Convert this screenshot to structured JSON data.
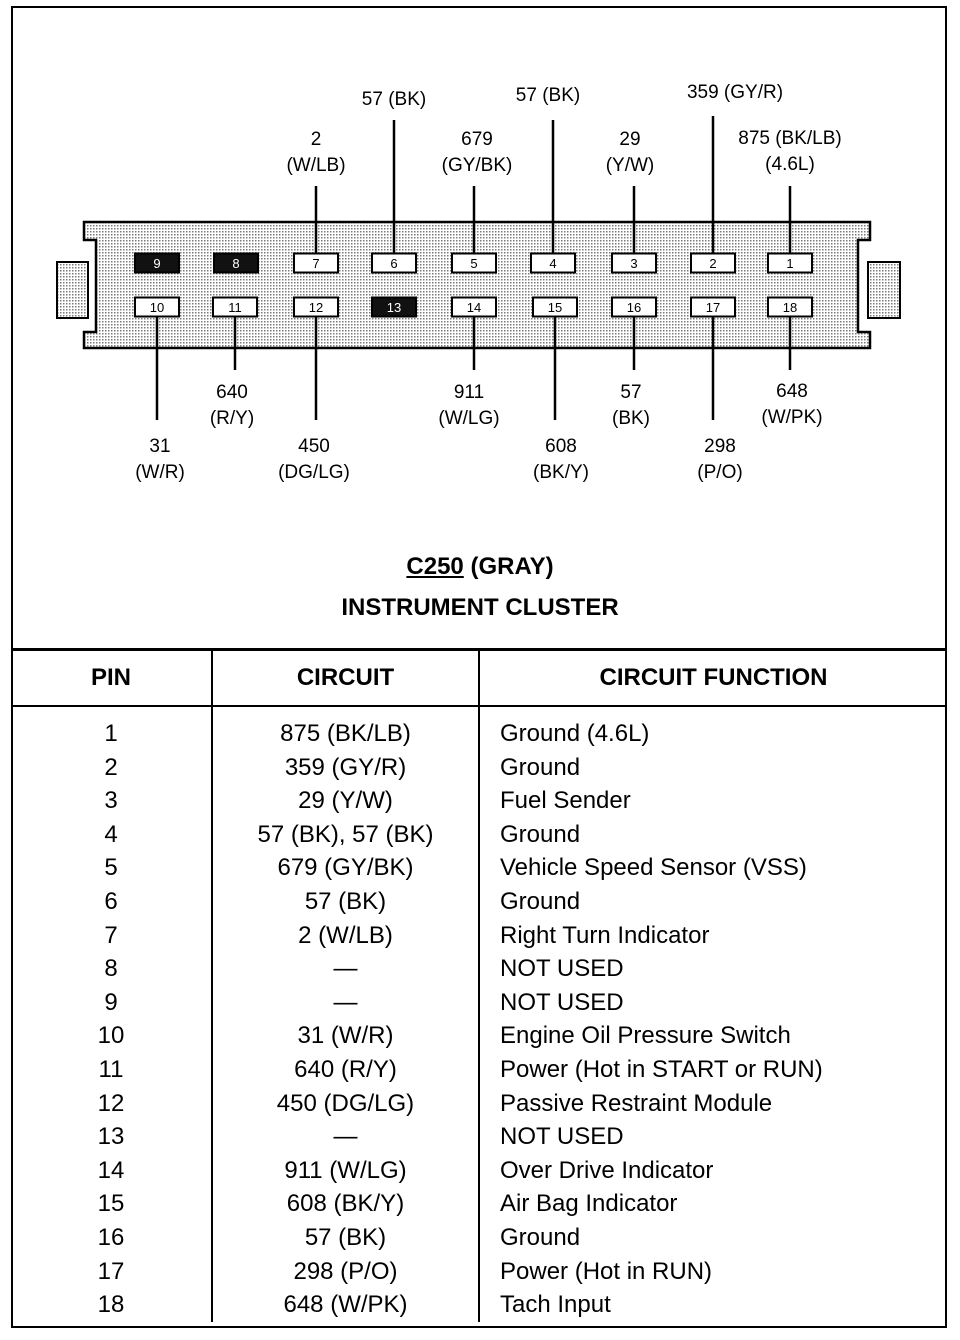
{
  "connector": {
    "title_id": "C250",
    "title_color": "(GRAY)",
    "subtitle": "INSTRUMENT CLUSTER",
    "top_pins": [
      {
        "pin": "9",
        "used": false,
        "label": []
      },
      {
        "pin": "8",
        "used": false,
        "label": []
      },
      {
        "pin": "7",
        "used": true,
        "label": [
          "2",
          "(W/LB)"
        ]
      },
      {
        "pin": "6",
        "used": true,
        "label": [
          "57 (BK)"
        ]
      },
      {
        "pin": "5",
        "used": true,
        "label": [
          "679",
          "(GY/BK)"
        ]
      },
      {
        "pin": "4",
        "used": true,
        "label": [
          "57 (BK)"
        ]
      },
      {
        "pin": "3",
        "used": true,
        "label": [
          "29",
          "(Y/W)"
        ]
      },
      {
        "pin": "2",
        "used": true,
        "label": [
          "359 (GY/R)"
        ]
      },
      {
        "pin": "1",
        "used": true,
        "label": [
          "875 (BK/LB)",
          "(4.6L)"
        ]
      }
    ],
    "bottom_pins": [
      {
        "pin": "10",
        "used": true,
        "label": [
          "31",
          "(W/R)"
        ]
      },
      {
        "pin": "11",
        "used": true,
        "label": [
          "640",
          "(R/Y)"
        ]
      },
      {
        "pin": "12",
        "used": true,
        "label": [
          "450",
          "(DG/LG)"
        ]
      },
      {
        "pin": "13",
        "used": false,
        "label": []
      },
      {
        "pin": "14",
        "used": true,
        "label": [
          "911",
          "(W/LG)"
        ]
      },
      {
        "pin": "15",
        "used": true,
        "label": [
          "608",
          "(BK/Y)"
        ]
      },
      {
        "pin": "16",
        "used": true,
        "label": [
          "57",
          "(BK)"
        ]
      },
      {
        "pin": "17",
        "used": true,
        "label": [
          "298",
          "(P/O)"
        ]
      },
      {
        "pin": "18",
        "used": true,
        "label": [
          "648",
          "(W/PK)"
        ]
      }
    ]
  },
  "table": {
    "headers": {
      "pin": "PIN",
      "circuit": "CIRCUIT",
      "function": "CIRCUIT FUNCTION"
    },
    "rows": [
      {
        "pin": "1",
        "circuit": "875 (BK/LB)",
        "function": "Ground (4.6L)"
      },
      {
        "pin": "2",
        "circuit": "359 (GY/R)",
        "function": "Ground"
      },
      {
        "pin": "3",
        "circuit": "29 (Y/W)",
        "function": "Fuel Sender"
      },
      {
        "pin": "4",
        "circuit": "57 (BK), 57 (BK)",
        "function": "Ground"
      },
      {
        "pin": "5",
        "circuit": "679 (GY/BK)",
        "function": "Vehicle Speed Sensor (VSS)"
      },
      {
        "pin": "6",
        "circuit": "57 (BK)",
        "function": "Ground"
      },
      {
        "pin": "7",
        "circuit": "2 (W/LB)",
        "function": "Right Turn Indicator"
      },
      {
        "pin": "8",
        "circuit": "—",
        "function": "NOT USED"
      },
      {
        "pin": "9",
        "circuit": "—",
        "function": "NOT USED"
      },
      {
        "pin": "10",
        "circuit": "31 (W/R)",
        "function": "Engine Oil Pressure Switch"
      },
      {
        "pin": "11",
        "circuit": "640 (R/Y)",
        "function": "Power (Hot in START or RUN)"
      },
      {
        "pin": "12",
        "circuit": "450 (DG/LG)",
        "function": "Passive Restraint Module"
      },
      {
        "pin": "13",
        "circuit": "—",
        "function": "NOT USED"
      },
      {
        "pin": "14",
        "circuit": "911 (W/LG)",
        "function": "Over Drive Indicator"
      },
      {
        "pin": "15",
        "circuit": "608 (BK/Y)",
        "function": "Air Bag Indicator"
      },
      {
        "pin": "16",
        "circuit": "57 (BK)",
        "function": "Ground"
      },
      {
        "pin": "17",
        "circuit": "298 (P/O)",
        "function": "Power (Hot in RUN)"
      },
      {
        "pin": "18",
        "circuit": "648 (W/PK)",
        "function": "Tach Input"
      }
    ]
  }
}
